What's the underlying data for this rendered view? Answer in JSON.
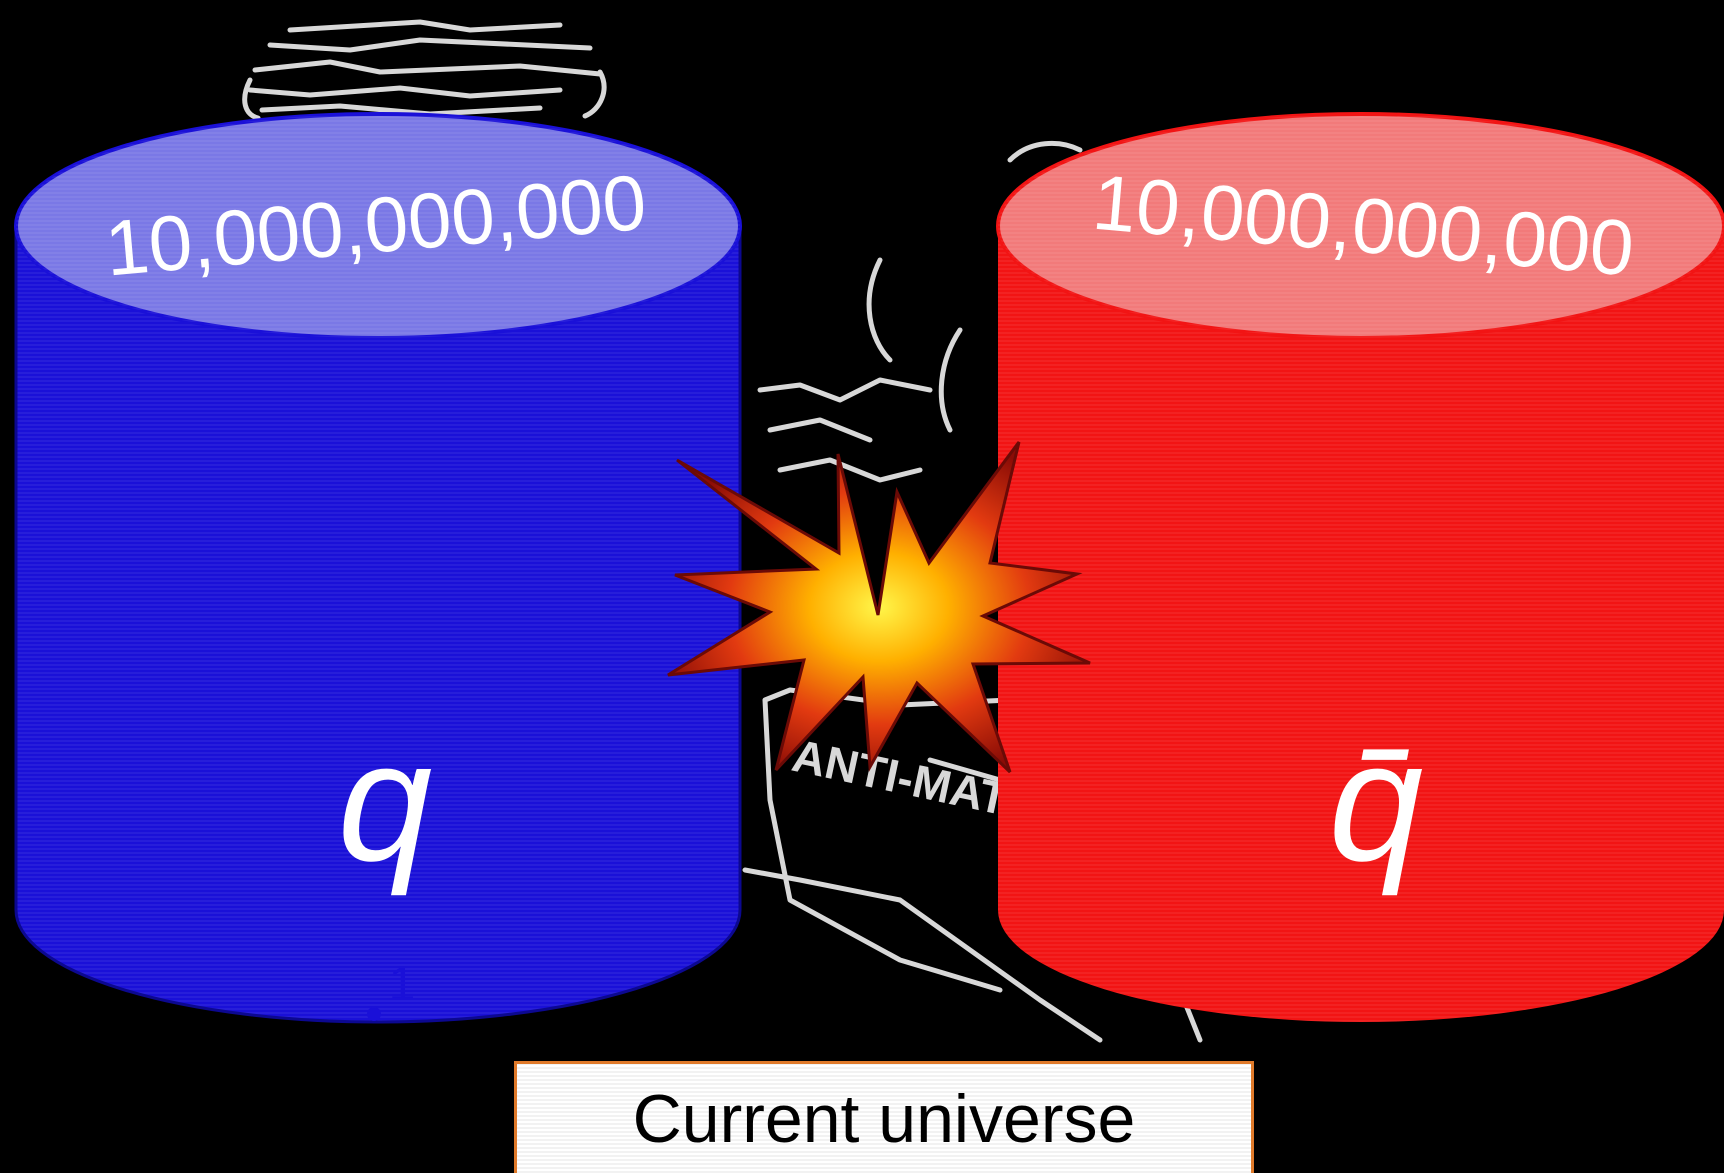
{
  "left_cylinder": {
    "count": "10,000,000,000",
    "symbol": "q",
    "excess": "1",
    "color": "#1a10d8"
  },
  "right_cylinder": {
    "count": "10,000,000,000",
    "symbol": "q̄",
    "color": "#f21414"
  },
  "caption": "Current universe",
  "background_sketch_label": "ANTI-MATTER",
  "colors": {
    "background": "#000000",
    "sketch": "#d8d8d8",
    "caption_border": "#e07a2a"
  }
}
